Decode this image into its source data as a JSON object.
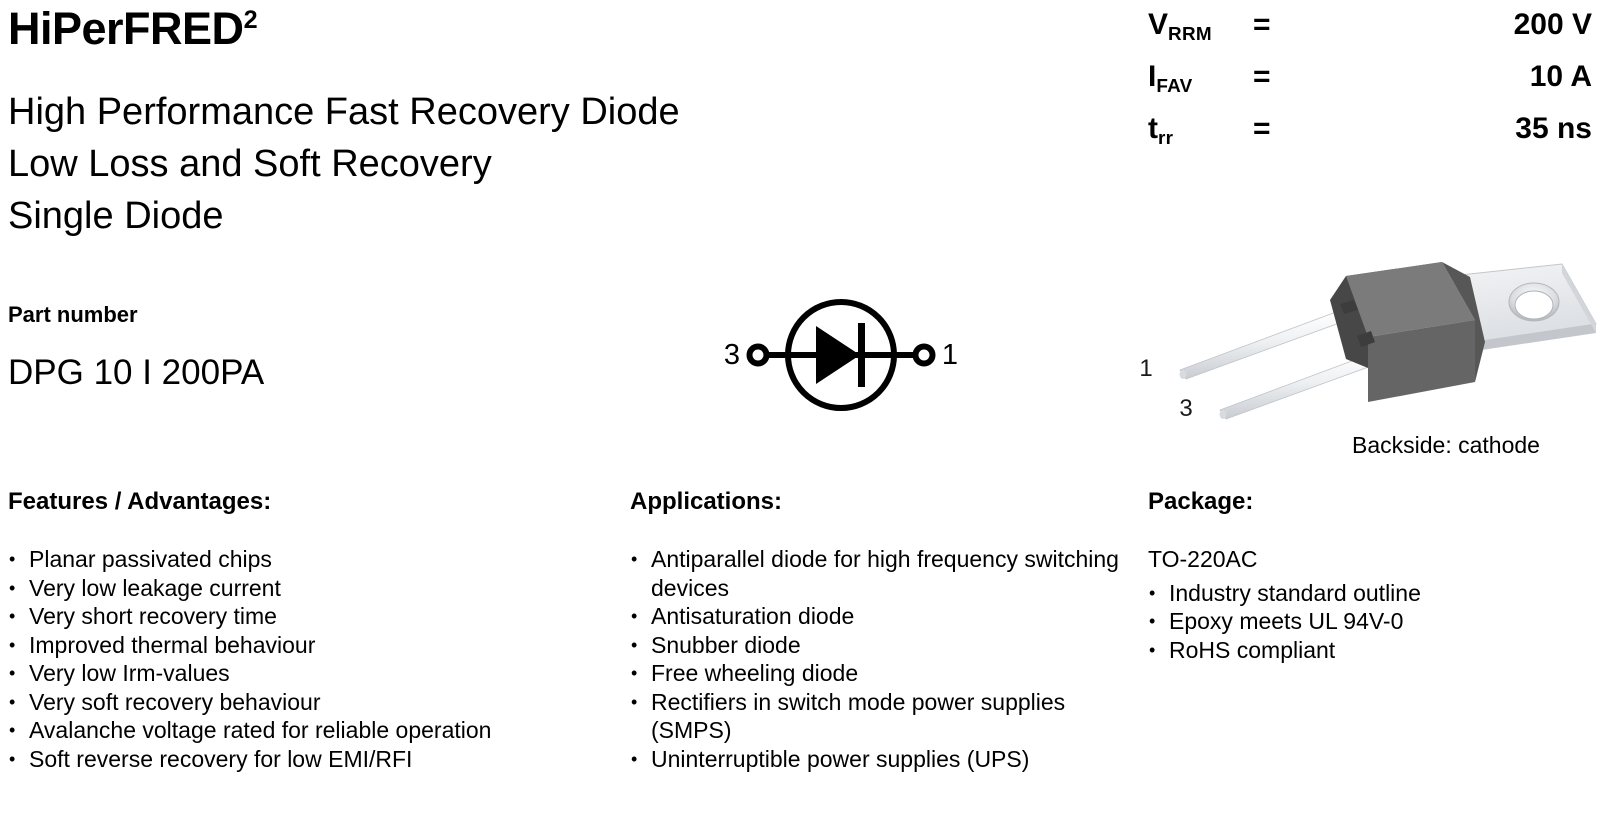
{
  "header": {
    "brand_title": "HiPerFRED",
    "brand_superscript": "2",
    "subtitles": [
      "High Performance Fast Recovery Diode",
      "Low Loss and Soft Recovery",
      "Single Diode"
    ],
    "part_number_label": "Part number",
    "part_number_value": "DPG 10 I 200PA"
  },
  "specs": [
    {
      "symbol": "V",
      "subscript": "RRM",
      "equals": "=",
      "value": "200 V"
    },
    {
      "symbol": "I",
      "subscript": "FAV",
      "equals": "=",
      "value": "10 A"
    },
    {
      "symbol": "t",
      "subscript": "rr",
      "equals": "=",
      "value": "35 ns"
    }
  ],
  "schematic": {
    "anode_pin_label": "3",
    "cathode_pin_label": "1"
  },
  "package_image": {
    "lead_top_label": "1",
    "lead_bottom_label": "3",
    "caption": "Backside: cathode",
    "body_color": "#6e6e6e",
    "body_top_color": "#7b7b7b",
    "body_side_color": "#4a4a4a",
    "tab_color": "#e9eaec",
    "tab_edge_color": "#c3c6ca",
    "lead_color": "#dfe2e5"
  },
  "features": {
    "heading": "Features / Advantages:",
    "items": [
      "Planar passivated chips",
      "Very low leakage current",
      "Very short recovery time",
      "Improved thermal behaviour",
      "Very low Irm-values",
      "Very soft recovery behaviour",
      "Avalanche voltage rated for reliable operation",
      "Soft reverse recovery for low EMI/RFI"
    ]
  },
  "applications": {
    "heading": "Applications:",
    "items": [
      "Antiparallel diode for high frequency switching devices",
      "Antisaturation diode",
      "Snubber diode",
      "Free wheeling diode",
      "Rectifiers in switch mode power supplies (SMPS)",
      "Uninterruptible power supplies (UPS)"
    ]
  },
  "package": {
    "heading": "Package:",
    "type": "TO-220AC",
    "items": [
      "Industry standard outline",
      "Epoxy meets UL 94V-0",
      "RoHS compliant"
    ]
  }
}
